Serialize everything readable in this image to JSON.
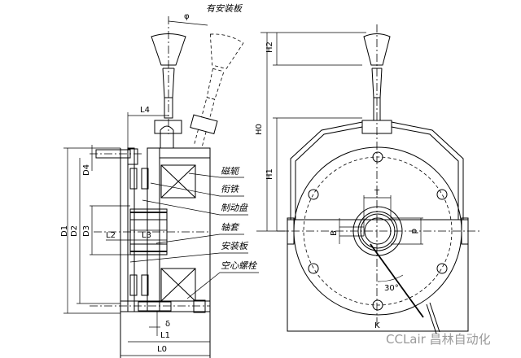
{
  "title_label": "有安装板",
  "left_view": {
    "dimensions": {
      "phi": "φ",
      "L4": "L4",
      "D4": "D4",
      "D1": "D1",
      "D2": "D2",
      "D3": "D3",
      "L2": "L2",
      "L3": "L3",
      "delta": "δ",
      "L1": "L1",
      "L0": "L0"
    },
    "callouts": [
      "磁轭",
      "衔铁",
      "制动盘",
      "轴套",
      "安装板",
      "空心螺栓"
    ]
  },
  "right_view": {
    "dimensions": {
      "H2": "H2",
      "H0": "H0",
      "H1": "H1",
      "T": "T",
      "B": "B",
      "d": "d",
      "angle": "30°",
      "K": "K"
    }
  },
  "watermark": "CCLair 昌林自动化"
}
